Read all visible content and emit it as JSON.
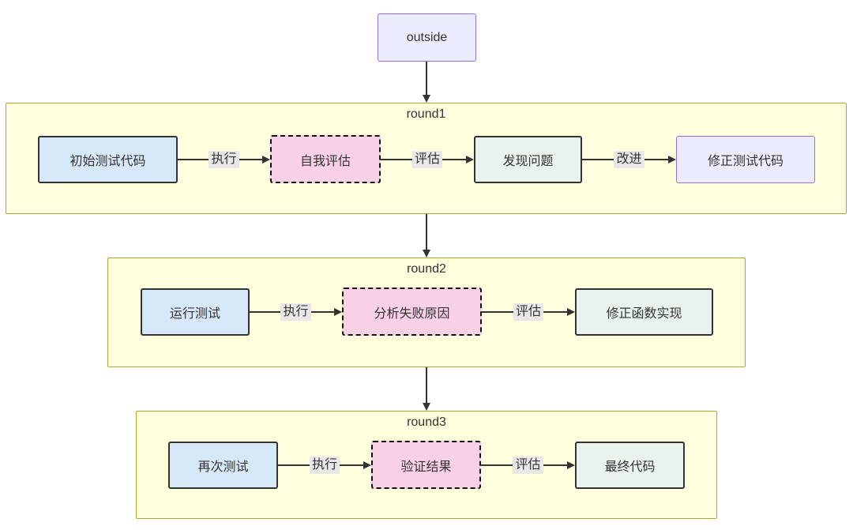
{
  "diagram": {
    "type": "flowchart",
    "direction": "top-down",
    "outside": {
      "label": "outside"
    },
    "rounds": [
      {
        "label": "round1",
        "nodes": [
          {
            "label": "初始测试代码",
            "style": "blue-solid"
          },
          {
            "label": "自我评估",
            "style": "pink-dashed"
          },
          {
            "label": "发现问题",
            "style": "mint-solid"
          },
          {
            "label": "修正测试代码",
            "style": "lavender-solid"
          }
        ],
        "edge_labels": [
          "执行",
          "评估",
          "改进"
        ]
      },
      {
        "label": "round2",
        "nodes": [
          {
            "label": "运行测试",
            "style": "blue-solid"
          },
          {
            "label": "分析失败原因",
            "style": "pink-dashed"
          },
          {
            "label": "修正函数实现",
            "style": "mint-solid"
          }
        ],
        "edge_labels": [
          "执行",
          "评估"
        ]
      },
      {
        "label": "round3",
        "nodes": [
          {
            "label": "再次测试",
            "style": "blue-solid"
          },
          {
            "label": "验证结果",
            "style": "pink-dashed"
          },
          {
            "label": "最终代码",
            "style": "mint-solid"
          }
        ],
        "edge_labels": [
          "执行",
          "评估"
        ]
      }
    ],
    "container_links": [
      {
        "from": "outside",
        "to": "round1"
      },
      {
        "from": "round1",
        "to": "round2"
      },
      {
        "from": "round2",
        "to": "round3"
      }
    ],
    "colors": {
      "container_bg": "#ffffde",
      "container_border": "#aaaa33",
      "node_blue_bg": "#d7e9f8",
      "node_pink_bg": "#f8d1e7",
      "node_mint_bg": "#e9f2ed",
      "node_lavender_bg": "#ececff",
      "node_lavender_border": "#9370db",
      "node_border": "#333333",
      "arrow": "#333333",
      "edge_label_bg": "#e8e8e8",
      "text": "#333333",
      "page_bg": "#ffffff"
    }
  }
}
